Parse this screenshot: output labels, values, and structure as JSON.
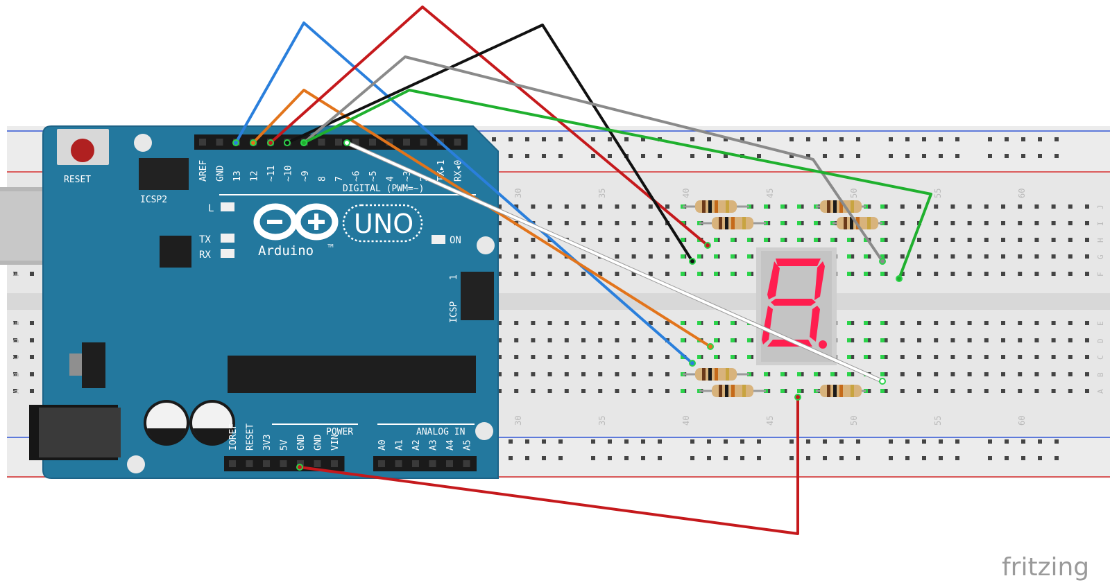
{
  "breadboard": {
    "column_numbers": [
      "30",
      "35",
      "40",
      "45",
      "50",
      "55",
      "60"
    ],
    "row_letters_top": [
      "J",
      "I",
      "H",
      "G",
      "F"
    ],
    "row_letters_bottom": [
      "E",
      "D",
      "C",
      "B",
      "A"
    ]
  },
  "arduino": {
    "reset_label": "RESET",
    "icsp2_label": "ICSP2",
    "icsp_label": "ICSP",
    "icsp_pin1": "1",
    "led_l_label": "L",
    "tx_label": "TX",
    "rx_label": "RX",
    "on_label": "ON",
    "uno_label": "UNO",
    "brand_label": "Arduino",
    "tm": "TM",
    "digital_label": "DIGITAL (PWM=~)",
    "power_label": "POWER",
    "analog_label": "ANALOG IN",
    "digital_pins": [
      "AREF",
      "GND",
      "13",
      "12",
      "~11",
      "~10",
      "~9",
      "8",
      "7",
      "~6",
      "~5",
      "4",
      "~3",
      "2",
      "TX▸1",
      "RX◂0"
    ],
    "power_pins": [
      "IOREF",
      "RESET",
      "3V3",
      "5V",
      "GND",
      "GND",
      "VIN"
    ],
    "analog_pins": [
      "A0",
      "A1",
      "A2",
      "A3",
      "A4",
      "A5"
    ]
  },
  "wires": [
    {
      "name": "wire-blue",
      "color": "#2a7fdc"
    },
    {
      "name": "wire-orange",
      "color": "#e2741b"
    },
    {
      "name": "wire-red-a",
      "color": "#c5191c"
    },
    {
      "name": "wire-black",
      "color": "#111111"
    },
    {
      "name": "wire-gray",
      "color": "#8a8a8a"
    },
    {
      "name": "wire-green",
      "color": "#1fb02e"
    },
    {
      "name": "wire-white",
      "color": "#ffffff"
    },
    {
      "name": "wire-red-power",
      "color": "#c5191c"
    }
  ],
  "display": {
    "segment_color": "#ff1e4f",
    "body_color": "#cfcfcf"
  },
  "watermark": "fritzing"
}
